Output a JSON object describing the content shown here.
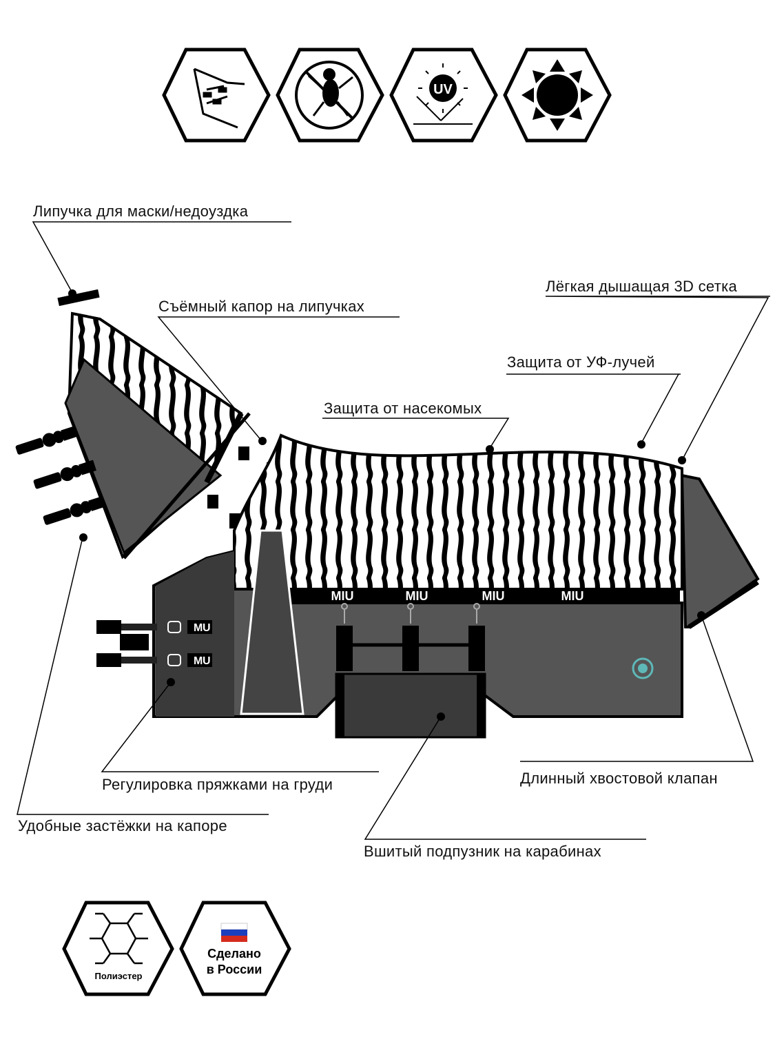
{
  "callouts": {
    "velcro_mask": "Липучка для маски/недоуздка",
    "removable_hood": "Съёмный капор на липучках",
    "mesh_3d": "Лёгкая дышащая 3D сетка",
    "uv_protection": "Защита от УФ-лучей",
    "insect_protection": "Защита от насекомых",
    "chest_buckles": "Регулировка пряжками на груди",
    "tail_flap": "Длинный хвостовой клапан",
    "hood_fasteners": "Удобные застёжки на капоре",
    "belly_guard": "Вшитый подпузник на карабинах"
  },
  "brand": {
    "logo_text": "MIU",
    "strap_logo": "M",
    "strap_logo_2": "U"
  },
  "badges": {
    "uv": "UV",
    "polyester": "Полиэстер",
    "made_line1": "Сделано",
    "made_line2": "в России"
  },
  "icons": [
    "hood-icon",
    "no-insects-icon",
    "uv-protection-icon",
    "sun-icon",
    "polyester-mesh-icon",
    "made-in-russia-icon"
  ],
  "colors": {
    "rug_grey": "#555555",
    "dark_grey": "#3a3a3a",
    "trim": "#000000",
    "flag_white": "#ffffff",
    "flag_blue": "#1c3fbd",
    "flag_red": "#d52b1e",
    "emblem_teal": "#5fb8b8"
  }
}
